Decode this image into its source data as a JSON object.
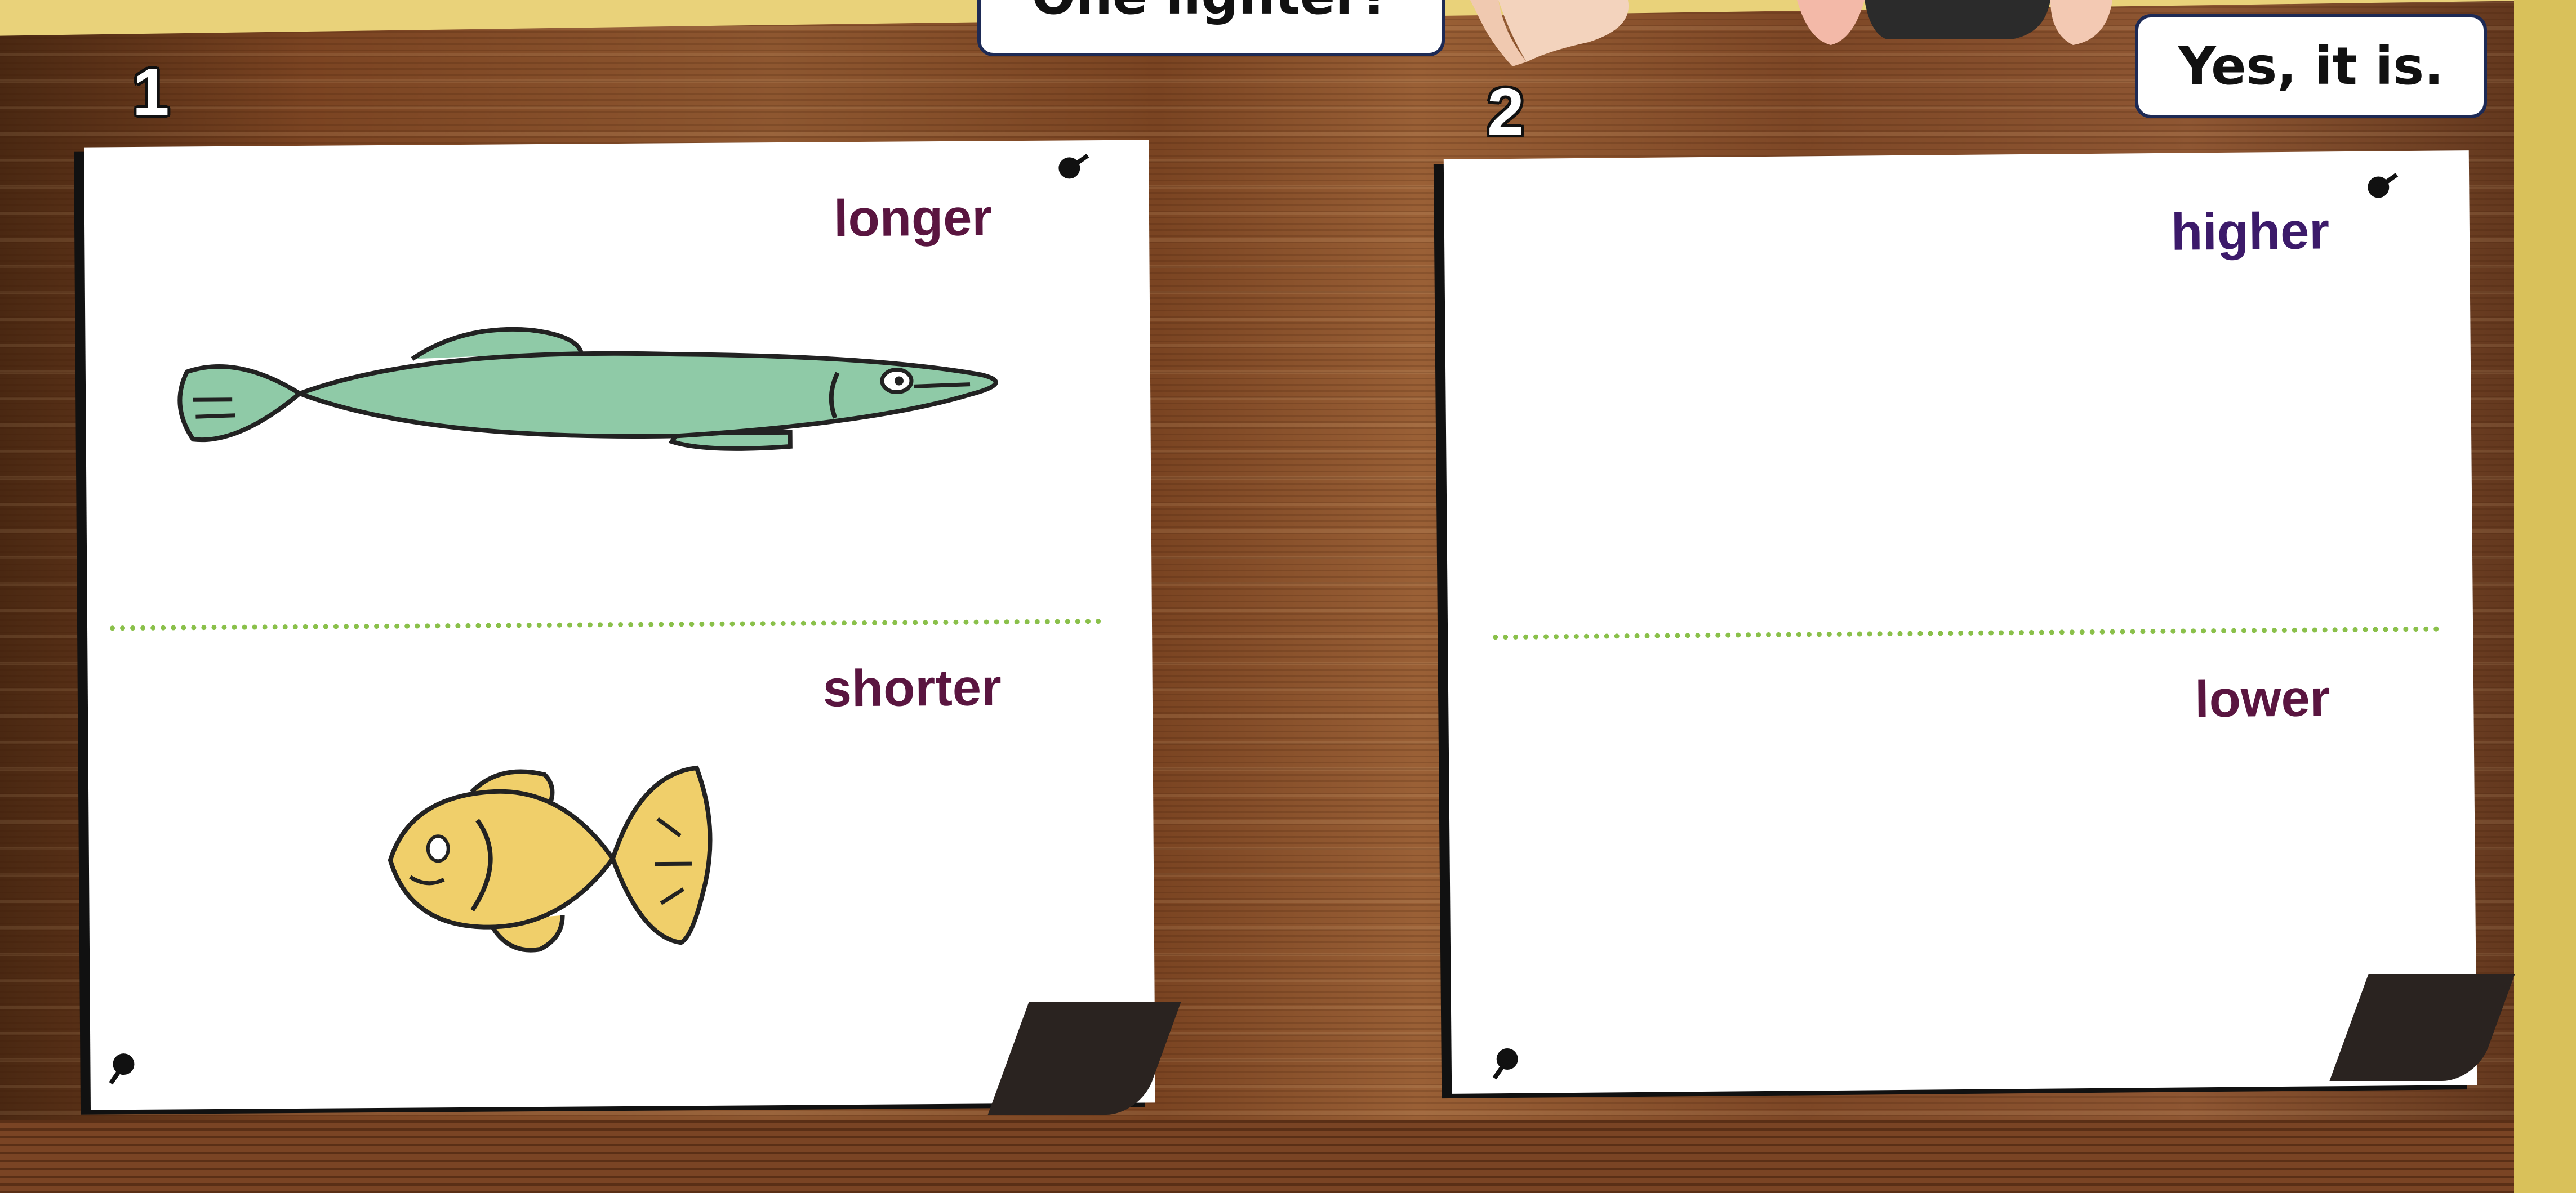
{
  "bubble_left": {
    "text": "One lighter?"
  },
  "bubble_right": {
    "text": "Yes, it is."
  },
  "panels": [
    {
      "number": "1",
      "top_label": "longer",
      "bottom_label": "shorter",
      "top_picture_icon": "long-green-fish-icon",
      "bottom_picture_icon": "short-yellow-fish-icon"
    },
    {
      "number": "2",
      "top_label": "higher",
      "bottom_label": "lower"
    }
  ],
  "colors": {
    "long_fish": "#8fcaa7",
    "short_fish": "#f0cf6a",
    "label": "#5a1540",
    "divider": "#8ac04a",
    "bubble_border": "#1d2a55"
  }
}
